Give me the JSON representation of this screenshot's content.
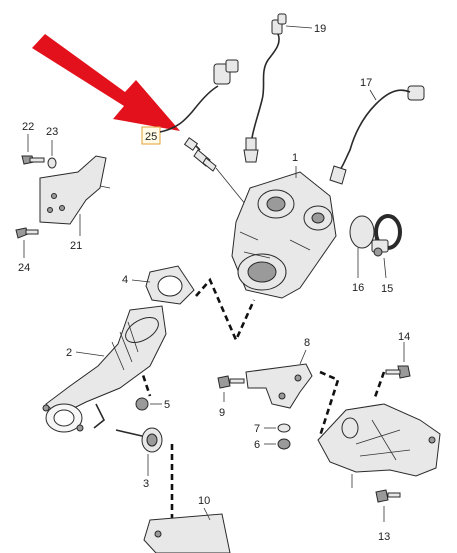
{
  "callouts": {
    "c1": "1",
    "c2": "2",
    "c3": "3",
    "c4": "4",
    "c5": "5",
    "c6": "6",
    "c7": "7",
    "c8": "8",
    "c9": "9",
    "c10": "10",
    "c13": "13",
    "c14": "14",
    "c15": "15",
    "c16": "16",
    "c17": "17",
    "c19": "19",
    "c21": "21",
    "c22": "22",
    "c23": "23",
    "c24": "24",
    "c25": "25"
  },
  "highlight": {
    "callout": "25",
    "arrow_color": "#e3111b",
    "box_color": "#e2a23a"
  }
}
